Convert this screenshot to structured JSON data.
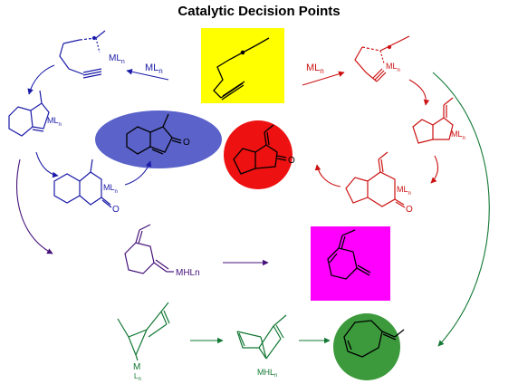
{
  "title": "Catalytic Decision Points",
  "colors": {
    "blue": "#1a1aa8",
    "red": "#cc1111",
    "purple": "#44117a",
    "green": "#117733",
    "ellipse_blue": "#5b62c9",
    "circle_red": "#ee1111",
    "circle_green": "#3c9a3c",
    "box_yellow": "#ffff00",
    "box_magenta": "#ff00ff"
  },
  "labels": {
    "ml_left": "ML",
    "ml_right": "ML",
    "ml_sub": "n",
    "blue_top_metal": "ML",
    "blue_pyrrole_metal": "ML",
    "blue_ring_metal": "ML",
    "red_top_metal": "ML",
    "red_pyrrole_metal": "ML",
    "red_ring_metal": "ML",
    "purple_metal": "MHLn",
    "green_metal_m": "M",
    "green_metal_l": "L",
    "green_metal_sub": "n",
    "green_mid_metal": "MHL",
    "green_mid_sub": "n",
    "carbonyl_o": "O"
  }
}
